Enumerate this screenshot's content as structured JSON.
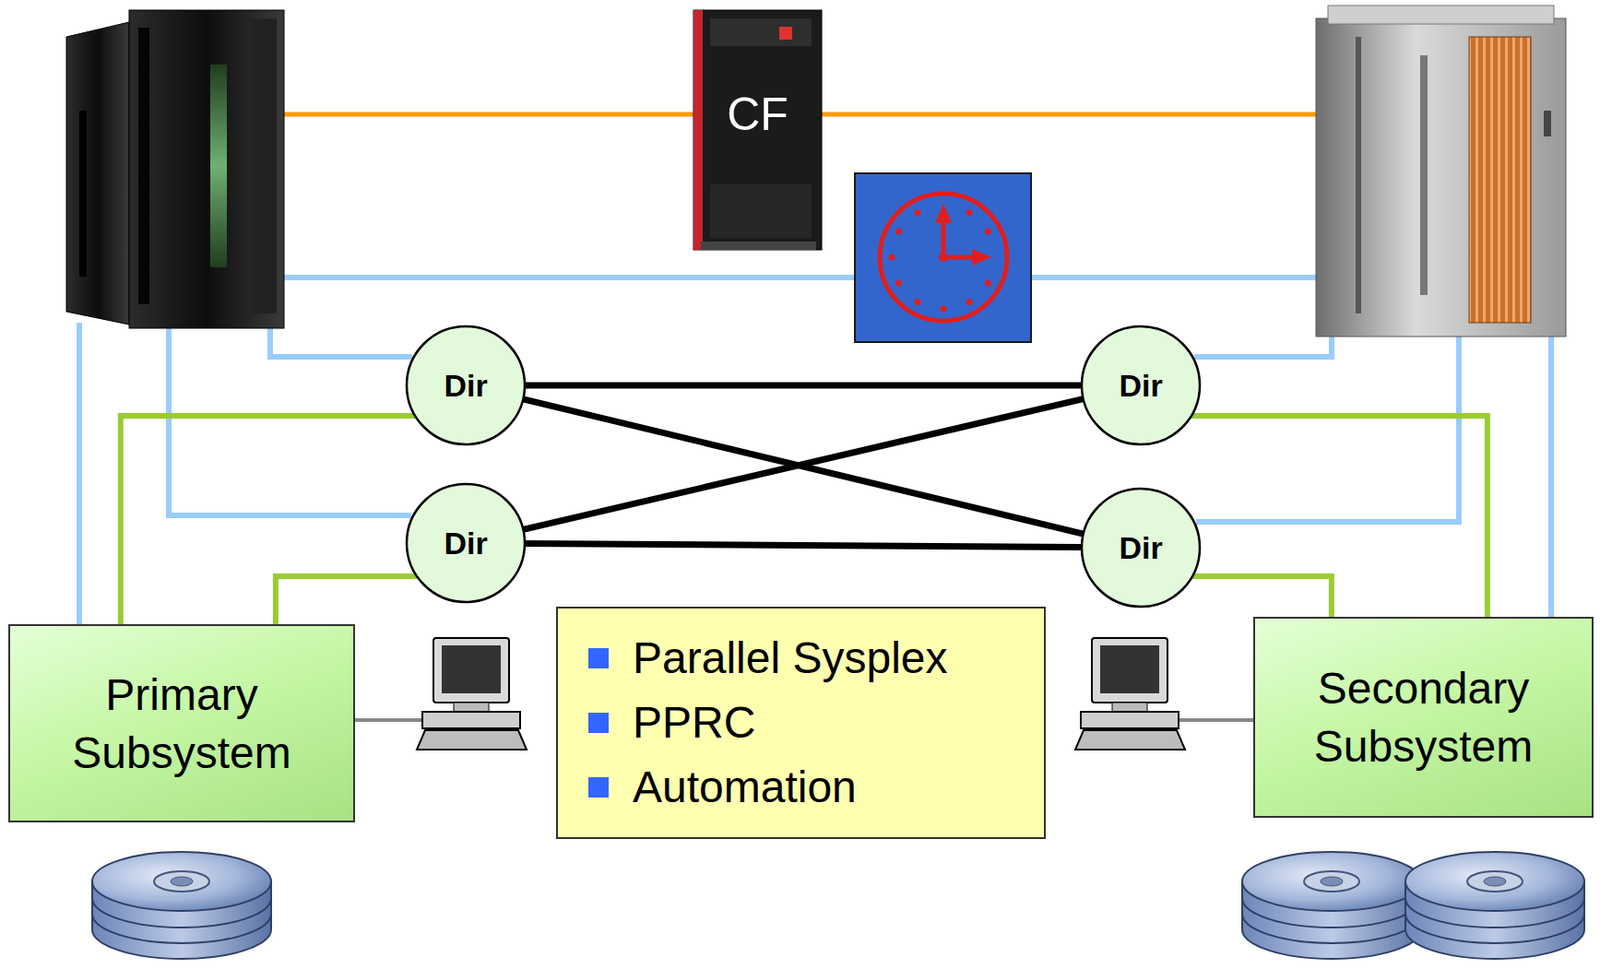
{
  "diagram": {
    "nodes": [
      {
        "text": [
          "CF"
        ]
      },
      {
        "text": [
          "Dir"
        ]
      },
      {
        "text": [
          "Dir"
        ]
      },
      {
        "text": [
          "Dir"
        ]
      },
      {
        "text": [
          "Dir"
        ]
      },
      {
        "text": [
          "Primary Subsystem"
        ]
      },
      {
        "text": [
          "Parallel Sysplex",
          "PPRC",
          "Automation"
        ]
      },
      {
        "text": [
          "Secondary Subsystem"
        ]
      }
    ],
    "edges": [
      {
        "from": 1,
        "to": 2,
        "arrow": "none"
      },
      {
        "from": 3,
        "to": 4,
        "arrow": "none"
      },
      {
        "from": 1,
        "to": 4,
        "arrow": "none"
      },
      {
        "from": 3,
        "to": 2,
        "arrow": "none"
      },
      {
        "from": 5,
        "to": 1,
        "arrow": "none"
      },
      {
        "from": 5,
        "to": 3,
        "arrow": "none"
      },
      {
        "from": 7,
        "to": 2,
        "arrow": "none"
      },
      {
        "from": 7,
        "to": 4,
        "arrow": "none"
      }
    ]
  }
}
